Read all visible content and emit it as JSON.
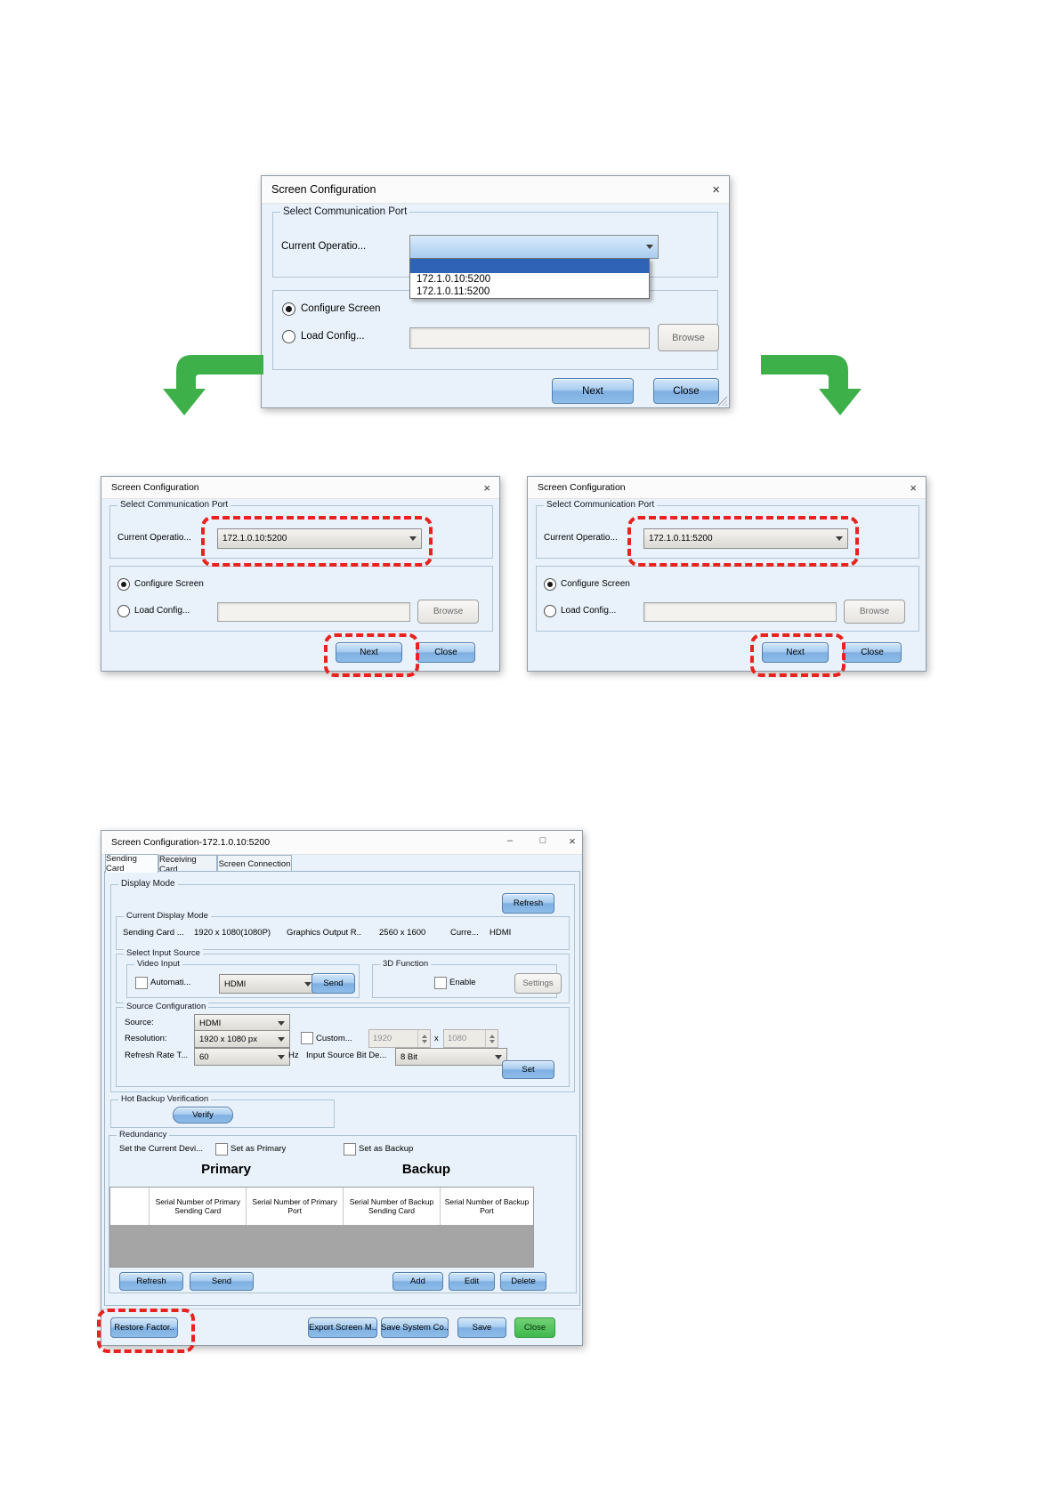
{
  "window_controls": {
    "minimize": "–",
    "maximize": "□",
    "close": "×"
  },
  "colors": {
    "button_blue": "#7fb0e2",
    "close_button_green": "#4dbf55",
    "highlight_red": "#e8231f",
    "arrow_green": "#3eb04a",
    "table_body_gray": "#a5a5a5",
    "dialog_background": "#e9f2fa"
  },
  "top_dialog": {
    "title": "Screen Configuration",
    "group_title": "Select Communication Port",
    "port_label": "Current Operatio...",
    "port_value": "",
    "dropdown_items": [
      "172.1.0.10:5200",
      "172.1.0.11:5200"
    ],
    "configure_screen_label": "Configure Screen",
    "load_config_label": "Load Config...",
    "load_config_value": "",
    "browse_label": "Browse",
    "next_label": "Next",
    "close_label": "Close"
  },
  "left_dialog": {
    "title": "Screen Configuration",
    "group_title": "Select Communication Port",
    "port_label": "Current Operatio...",
    "port_value": "172.1.0.10:5200",
    "configure_screen_label": "Configure Screen",
    "load_config_label": "Load Config...",
    "load_config_value": "",
    "browse_label": "Browse",
    "next_label": "Next",
    "close_label": "Close"
  },
  "right_dialog": {
    "title": "Screen Configuration",
    "group_title": "Select Communication Port",
    "port_label": "Current Operatio...",
    "port_value": "172.1.0.11:5200",
    "configure_screen_label": "Configure Screen",
    "load_config_label": "Load Config...",
    "load_config_value": "",
    "browse_label": "Browse",
    "next_label": "Next",
    "close_label": "Close"
  },
  "main_dialog": {
    "title": "Screen Configuration-172.1.0.10:5200",
    "tabs": [
      "Sending Card",
      "Receiving Card",
      "Screen Connection"
    ],
    "display_mode": {
      "title": "Display Mode",
      "refresh": "Refresh",
      "current_display_mode": {
        "title": "Current Display Mode",
        "sending_card_label": "Sending Card ...",
        "sending_card_resolution": "1920 x 1080(1080P)",
        "graphics_output_label": "Graphics Output R..",
        "graphics_output_resolution": "2560 x 1600",
        "current_label": "Curre...",
        "current_value": "HDMI"
      },
      "select_input_source": {
        "title": "Select Input Source",
        "video_input": {
          "title": "Video Input",
          "automatic_label": "Automati...",
          "source_value": "HDMI",
          "send": "Send"
        },
        "function_3d": {
          "title": "3D Function",
          "enable_label": "Enable",
          "settings": "Settings"
        }
      },
      "source_configuration": {
        "title": "Source Configuration",
        "source_label": "Source:",
        "source_value": "HDMI",
        "resolution_label": "Resolution:",
        "resolution_value": "1920 x 1080 px",
        "custom_label": "Custom...",
        "custom_width": "1920",
        "multiply_sign": "x",
        "custom_height": "1080",
        "refresh_rate_label": "Refresh Rate T...",
        "refresh_rate_value": "60",
        "hz_label": "Hz",
        "bit_depth_label": "Input Source Bit De...",
        "bit_depth_value": "8 Bit",
        "set": "Set"
      }
    },
    "hot_backup": {
      "title": "Hot Backup Verification",
      "verify": "Verify"
    },
    "redundancy": {
      "title": "Redundancy",
      "set_device_label": "Set the Current Devi...",
      "set_as_primary_label": "Set as Primary",
      "set_as_backup_label": "Set as Backup",
      "primary_header": "Primary",
      "backup_header": "Backup",
      "table_headers": [
        "Serial Number of Primary Sending Card",
        "Serial Number of Primary Port",
        "Serial Number of Backup Sending Card",
        "Serial Number of Backup Port"
      ],
      "refresh": "Refresh",
      "send": "Send",
      "add": "Add",
      "edit": "Edit",
      "delete": "Delete"
    },
    "footer": {
      "restore": "Restore Factor..",
      "export": "Export Screen M..",
      "save_system": "Save System Co..",
      "save": "Save",
      "close": "Close"
    }
  }
}
